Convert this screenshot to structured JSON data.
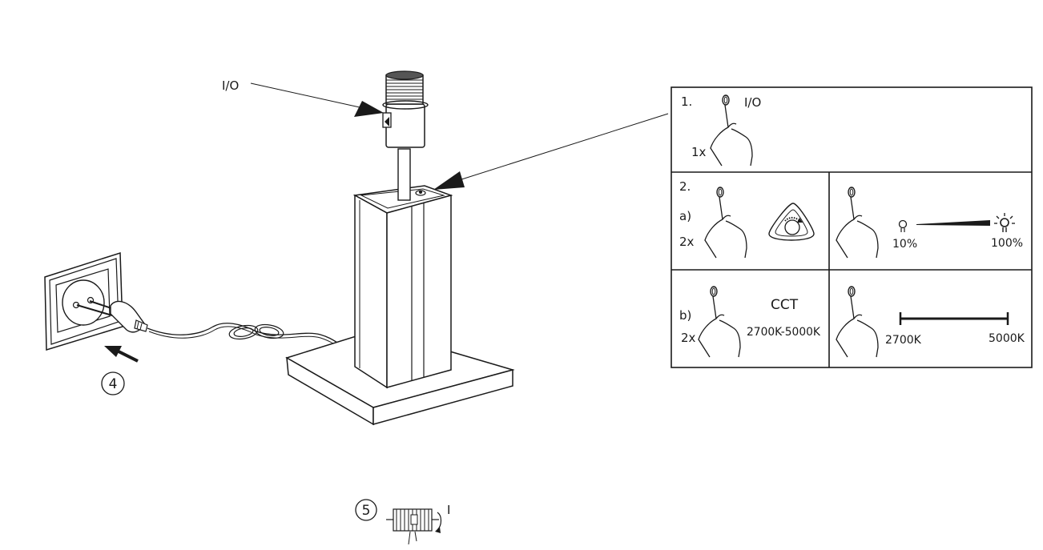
{
  "lamp": {
    "switch_label": "I/O",
    "step_plug": "4",
    "step_switch": "5",
    "switch_on": "I"
  },
  "panel": {
    "step1": {
      "number": "1.",
      "label": "I/O",
      "count": "1x"
    },
    "step2": {
      "number": "2.",
      "sub": "a)",
      "count": "2x",
      "min": "10%",
      "max": "100%"
    },
    "step3": {
      "sub": "b)",
      "count": "2x",
      "title": "CCT",
      "range": "2700K-5000K",
      "min": "2700K",
      "max": "5000K"
    }
  }
}
